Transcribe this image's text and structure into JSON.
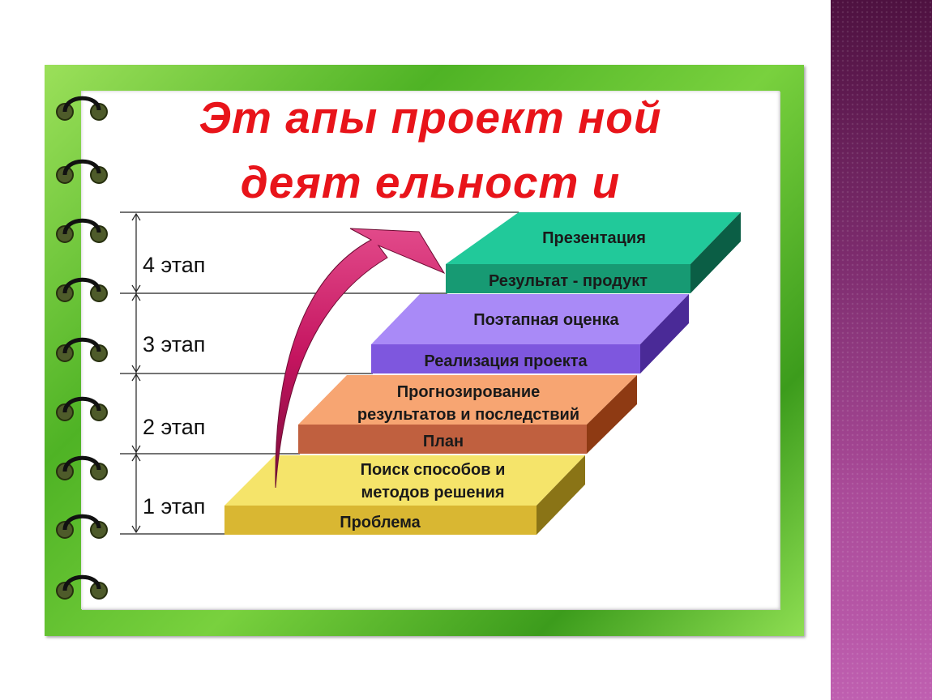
{
  "title": {
    "line1": "Эт апы проект ной",
    "line2": "деят ельност и"
  },
  "stages": [
    "1 этап",
    "2 этап",
    "3 этап",
    "4 этап"
  ],
  "steps": [
    {
      "front": "Проблема",
      "top": [
        "Поиск способов и",
        "методов решения"
      ],
      "colors": {
        "top": "#f5e46a",
        "front": "#d9b732",
        "side": "#8a7416"
      }
    },
    {
      "front": "План",
      "top": [
        "Прогнозирование",
        "результатов и последствий"
      ],
      "colors": {
        "top": "#f7a572",
        "front": "#c0603f",
        "side": "#8e3a13"
      }
    },
    {
      "front": "Реализация проекта",
      "top": [
        "Поэтапная оценка"
      ],
      "colors": {
        "top": "#a98af7",
        "front": "#7e57de",
        "side": "#4a2a97"
      }
    },
    {
      "front": "Результат - продукт",
      "top": [
        "Презентация"
      ],
      "colors": {
        "top": "#21c99a",
        "front": "#179a73",
        "side": "#0b5e45"
      }
    }
  ],
  "colors": {
    "title": "#e8141a",
    "arrow": "#c4145f",
    "frame": "#4fb325",
    "strip": "#7a2a6b"
  }
}
